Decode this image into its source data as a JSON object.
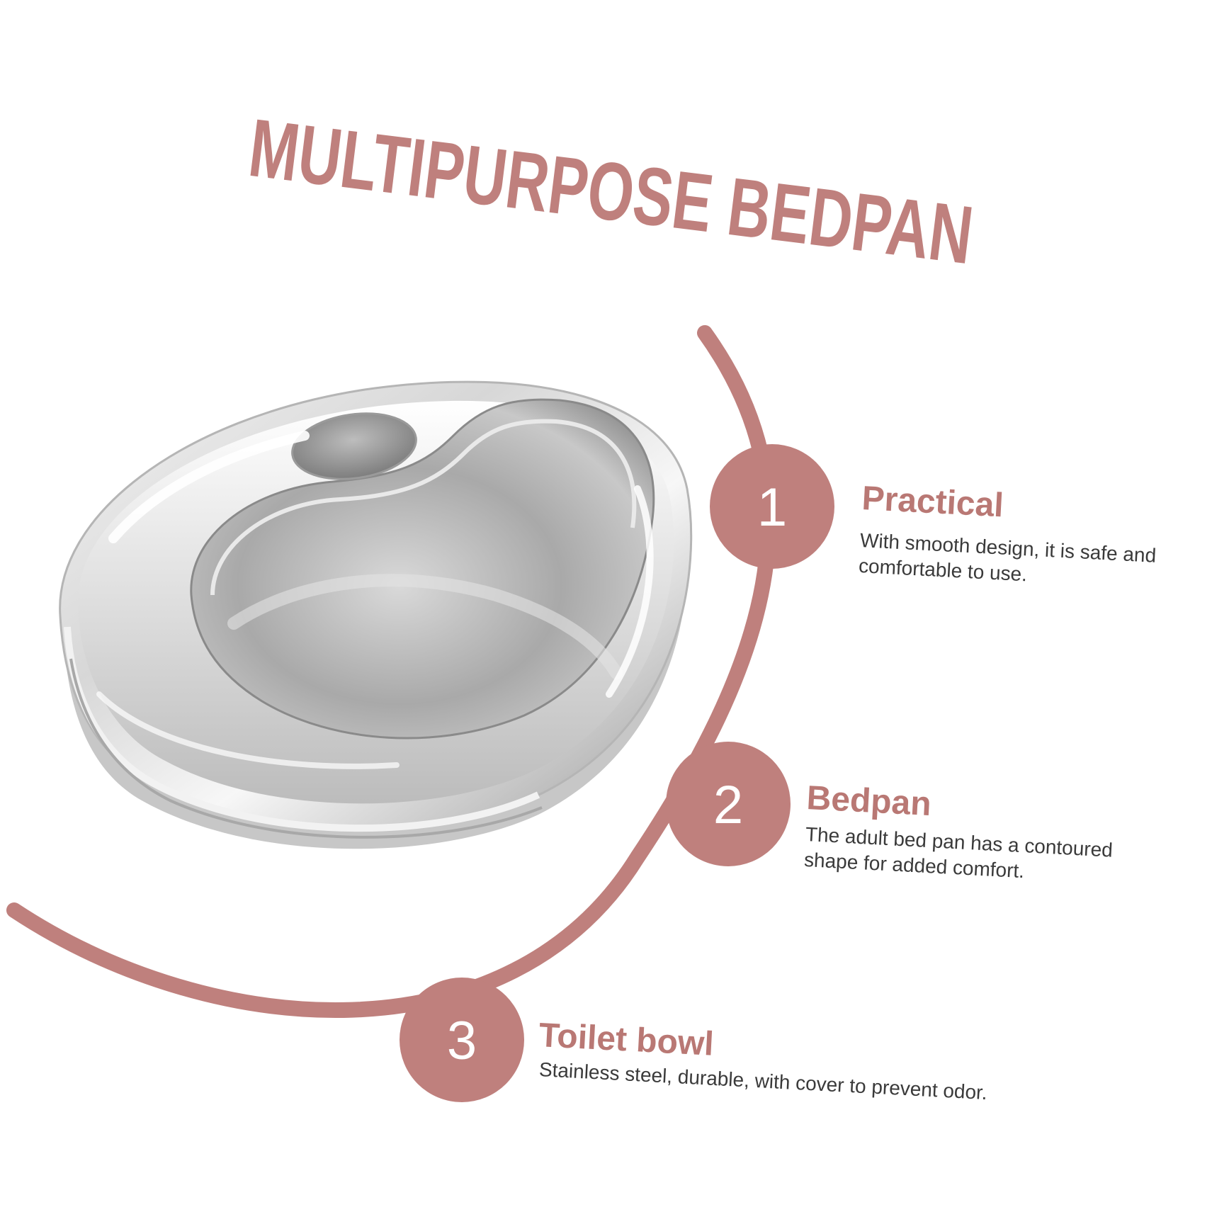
{
  "header": {
    "title": "MULTIPURPOSE BEDPAN"
  },
  "features": [
    {
      "number": "1",
      "title": "Practical",
      "description": "With smooth design, it is safe and comfortable to use."
    },
    {
      "number": "2",
      "title": "Bedpan",
      "description": "The adult bed pan has a contoured shape for added comfort."
    },
    {
      "number": "3",
      "title": "Toilet bowl",
      "description": "Stainless steel, durable, with cover to prevent odor."
    }
  ],
  "colors": {
    "accent": "#bf807d",
    "text": "#3a3a3a",
    "background": "#ffffff",
    "steel": "#c9c9c9"
  },
  "icons": {
    "product": "stainless-steel-bedpan-icon",
    "timeline": "curved-arc-icon"
  }
}
